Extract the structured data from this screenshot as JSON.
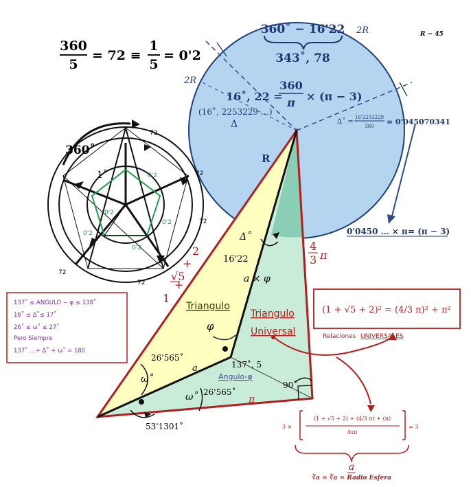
{
  "top_left": {
    "frac_num": "360",
    "frac_den": "5",
    "eq_mid": "= 72 ≡",
    "frac2_num": "1",
    "frac2_den": "5",
    "eq_end": "= 0'2"
  },
  "top_right_label": "R − 45",
  "circle": {
    "arc_top_expr": "360˚ − 16'22",
    "arc_top_result": "343˚, 78",
    "label_2R_top": "2R",
    "label_2R_left": "2R",
    "formula_left": "16˚, 22 =",
    "formula_num": "360",
    "formula_den": "π",
    "formula_right": "× (π − 3)",
    "exact_value": "(16˚, 2253229 …)",
    "delta": "Δ",
    "right_delta": "Δ˚ =",
    "right_num": "16'2253229",
    "right_den": "360",
    "right_result": "= 0'045070341",
    "radius_label": "R",
    "bottom_expr_a": "0'0450 … × π",
    "bottom_expr_b": "= (π − 3)"
  },
  "pentagon": {
    "angle_360": "360˚",
    "angle_1": "1˚",
    "labels_72": [
      "72",
      "72",
      "72",
      "72",
      "72"
    ],
    "labels_02": [
      "0'2",
      "0'2",
      "0'2",
      "0'2",
      "0'2"
    ]
  },
  "triangle": {
    "delta_angle": "Δ˚",
    "angle_1622": "16'22",
    "a_phi": "a × φ",
    "side_2": "2",
    "side_sqrt5": "√5",
    "side_1": "1",
    "plus1": "+",
    "plus2": "+",
    "side_4_3": "4",
    "side_4_3_den": "3",
    "side_pi_suffix": "π",
    "tri_phi_title": "Triangulo",
    "tri_phi_symbol": "φ",
    "tri_univ_title1": "Triangulo",
    "tri_univ_title2": "Universal",
    "angle_26565_top": "26'565˚",
    "omega_top": "ω˚",
    "angle_a": "a",
    "angle_1375": "137˚, 5",
    "angulo_phi": "Angulo-φ",
    "omega_bottom": "ω˚",
    "angle_26565_bottom": "26'565˚",
    "pi_bottom": "π",
    "angle_90": "90˚",
    "angle_bottom": "53'1301˚"
  },
  "box_left": {
    "line1": "137˚ ≤ ANGULO − φ ≤ 138˚",
    "line2": "16˚ ≤ Δ˚≤ 17˚",
    "line3": "26˚ ≤ ω˚ ≤ 27˚",
    "line4": "Pero Siempre",
    "line5": "137˚ …+ Δ˚ + ω˚ = 180"
  },
  "box_right": {
    "formula": "(1 + √5 + 2)² = (4/3 π)² + π²"
  },
  "relaciones": {
    "prefix": "Relaciones",
    "word": "UNIVERSALES"
  },
  "bottom": {
    "prefix": "3 ×",
    "bracket_num": "(1 + √5 + 2) + (4/3 π) + (π)",
    "bracket_den": "4xπ",
    "result": "= 3",
    "letter_a": "a",
    "radio": "∛a = ∛a = Radio Esfera"
  },
  "colors": {
    "circle_fill": "#b4d4f0",
    "circle_stroke": "#1f3f7a",
    "yellow": "#ffffc0",
    "green": "#c8ecd8",
    "teal": "#7fc9b0",
    "dark_red": "#b51d1d",
    "navy": "#1f3770",
    "purple": "#7a2fa0"
  }
}
